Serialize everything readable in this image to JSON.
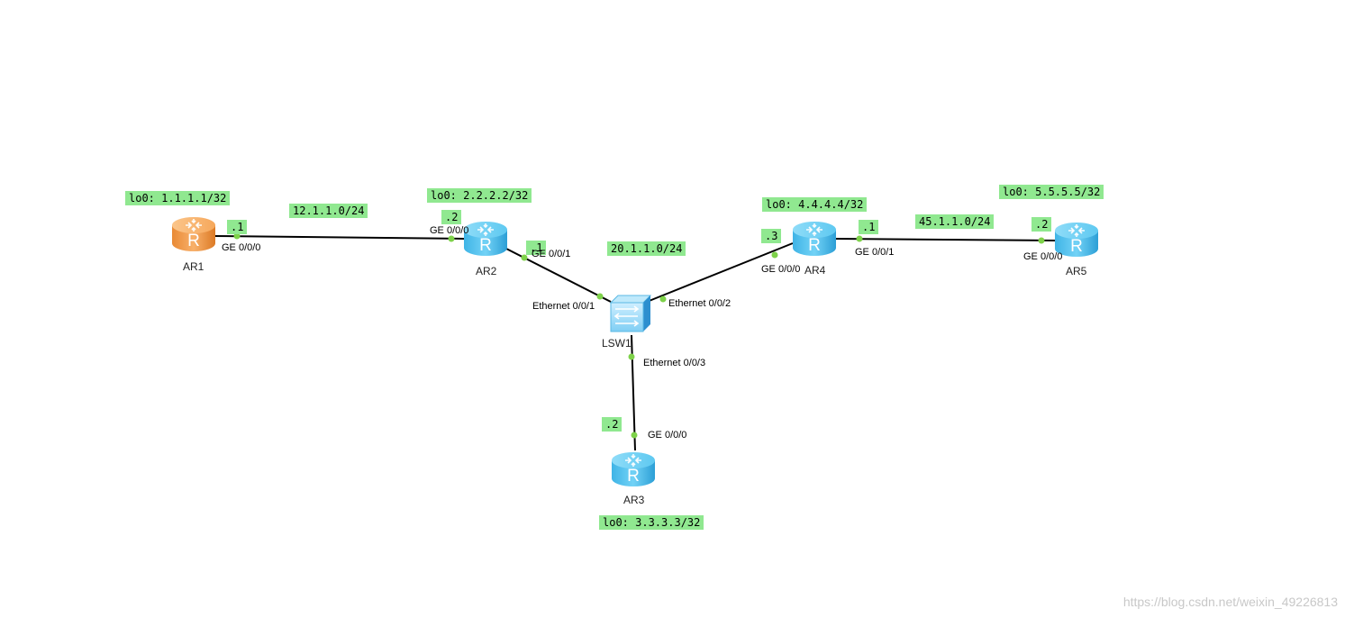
{
  "devices": {
    "ar1": {
      "name": "AR1",
      "kind": "router",
      "color": "orange"
    },
    "ar2": {
      "name": "AR2",
      "kind": "router",
      "color": "blue"
    },
    "ar3": {
      "name": "AR3",
      "kind": "router",
      "color": "blue"
    },
    "ar4": {
      "name": "AR4",
      "kind": "router",
      "color": "blue"
    },
    "ar5": {
      "name": "AR5",
      "kind": "router",
      "color": "blue"
    },
    "lsw1": {
      "name": "LSW1",
      "kind": "switch",
      "color": "blue"
    }
  },
  "loopbacks": {
    "ar1": "lo0: 1.1.1.1/32",
    "ar2": "lo0: 2.2.2.2/32",
    "ar3": "lo0: 3.3.3.3/32",
    "ar4": "lo0: 4.4.4.4/32",
    "ar5": "lo0: 5.5.5.5/32"
  },
  "subnets": {
    "ar1_ar2": "12.1.1.0/24",
    "lan": "20.1.1.0/24",
    "ar4_ar5": "45.1.1.0/24"
  },
  "host_ids": {
    "ar1": ".1",
    "ar2_left": ".2",
    "ar2_right": ".1",
    "ar4_left": ".3",
    "ar4_right": ".1",
    "ar5": ".2",
    "ar3": ".2"
  },
  "interfaces": {
    "ar1_ge000": "GE 0/0/0",
    "ar2_ge000": "GE 0/0/0",
    "ar2_ge001": "GE 0/0/1",
    "lsw1_eth001": "Ethernet 0/0/1",
    "lsw1_eth002": "Ethernet 0/0/2",
    "lsw1_eth003": "Ethernet 0/0/3",
    "ar3_ge000": "GE 0/0/0",
    "ar4_ge000": "GE 0/0/0",
    "ar4_ge001": "GE 0/0/1",
    "ar5_ge000": "GE 0/0/0"
  },
  "watermark": "https://blog.csdn.net/weixin_49226813",
  "colors": {
    "tag_bg": "#90e890",
    "port_dot": "#7ed24a",
    "link": "#000000",
    "router_blue": "#5cc8f0",
    "router_orange": "#f4a050"
  }
}
